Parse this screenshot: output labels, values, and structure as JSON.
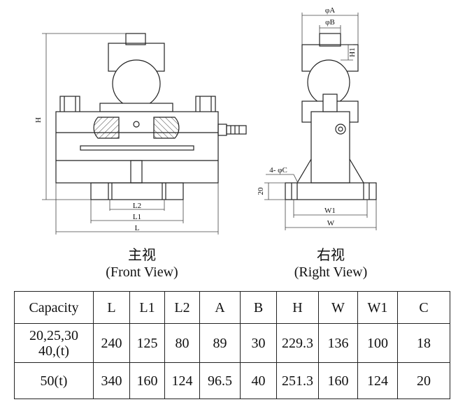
{
  "front_view": {
    "title_cn": "主视",
    "title_en": "(Front View)",
    "dims": {
      "height": "H",
      "length": "L",
      "length1": "L1",
      "length2": "L2"
    }
  },
  "right_view": {
    "title_cn": "右视",
    "title_en": "(Right View)",
    "dims": {
      "phiA": "φA",
      "phiB": "φB",
      "h1": "H1",
      "holes": "4- φC",
      "base": "20",
      "width1": "W1",
      "width": "W"
    }
  },
  "table": {
    "headers": [
      "Capacity",
      "L",
      "L1",
      "L2",
      "A",
      "B",
      "H",
      "W",
      "W1",
      "C"
    ],
    "rows": [
      {
        "capacity_line1": "20,25,30",
        "capacity_line2": "40,(t)",
        "values": [
          "240",
          "125",
          "80",
          "89",
          "30",
          "229.3",
          "136",
          "100",
          "18"
        ]
      },
      {
        "capacity_line1": "50(t)",
        "values": [
          "340",
          "160",
          "124",
          "96.5",
          "40",
          "251.3",
          "160",
          "124",
          "20"
        ]
      }
    ]
  }
}
